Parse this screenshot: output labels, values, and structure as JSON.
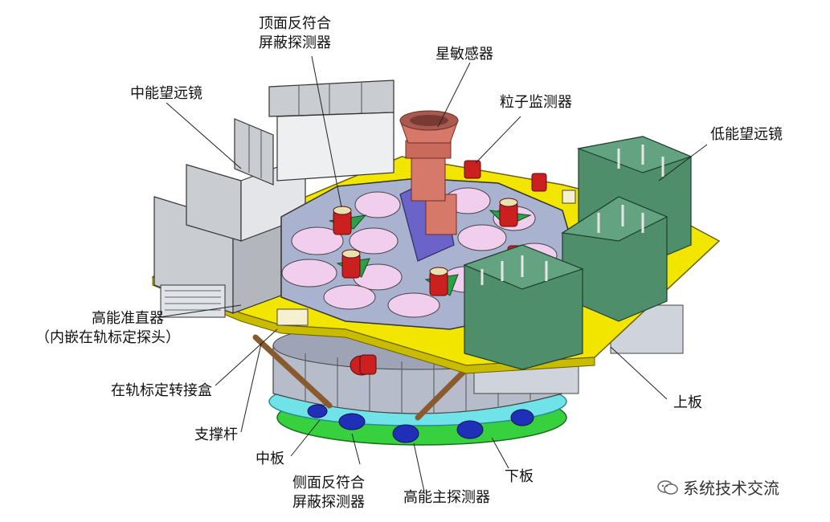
{
  "labels": {
    "top_acd": [
      "顶面反符合",
      "屏蔽探测器"
    ],
    "star_sensor": "星敏感器",
    "particle_monitor": "粒子监测器",
    "medium_telescope": "中能望远镜",
    "low_telescope": "低能望远镜",
    "he_collimator": [
      "高能准直器",
      "（内嵌在轨标定探头）"
    ],
    "calib_box": "在轨标定转接盒",
    "strut": "支撑杆",
    "middle_plate": "中板",
    "side_acd": [
      "侧面反符合",
      "屏蔽探测器"
    ],
    "he_main_detector": "高能主探测器",
    "lower_plate": "下板",
    "upper_plate": "上板"
  },
  "watermark": {
    "text": "系统技术交流",
    "icon": "wechat-icon"
  },
  "colors": {
    "upper_plate": "#f2e600",
    "top_deck": "#a9b3cf",
    "pink_disk": "#f1cdee",
    "red_detector": "#cc1f1f",
    "green_box": "#4f8e6b",
    "gray_panel": "#c9ccd1",
    "star_sensor": "#d6786a",
    "bracket": "#6b63c7",
    "lower_ring": "#37d13f",
    "cyan_ring": "#6fe3e8",
    "blue_pmt": "#1f2fb8",
    "cylinder": "#b7bccb"
  }
}
